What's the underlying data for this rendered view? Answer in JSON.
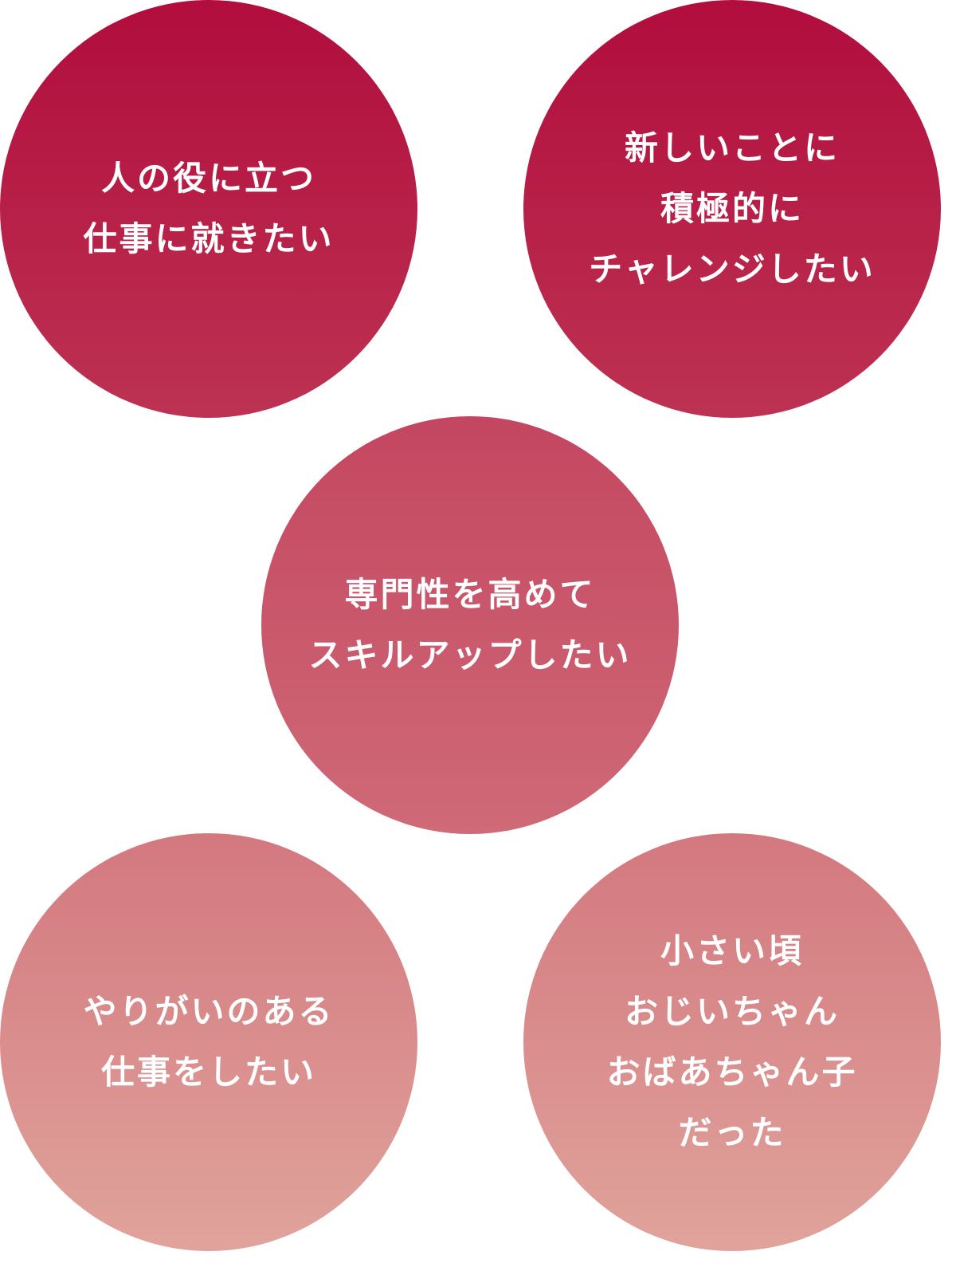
{
  "circles": [
    {
      "lines": [
        "人の役に立つ",
        "仕事に就きたい"
      ]
    },
    {
      "lines": [
        "新しいことに",
        "積極的に",
        "チャレンジしたい"
      ]
    },
    {
      "lines": [
        "専門性を高めて",
        "スキルアップしたい"
      ]
    },
    {
      "lines": [
        "やりがいのある",
        "仕事をしたい"
      ]
    },
    {
      "lines": [
        "小さい頃",
        "おじいちゃん",
        "おばあちゃん子",
        "だった"
      ]
    }
  ],
  "colors": {
    "top": "#b10d3d",
    "middle": "#c44660",
    "bottom": "#e0a39b"
  }
}
